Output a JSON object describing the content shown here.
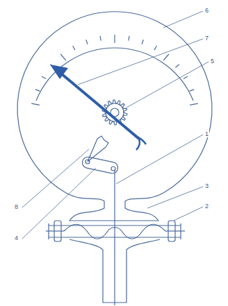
{
  "diagram": {
    "labels": [
      "6",
      "7",
      "5",
      "1",
      "3",
      "2",
      "8",
      "4"
    ]
  }
}
